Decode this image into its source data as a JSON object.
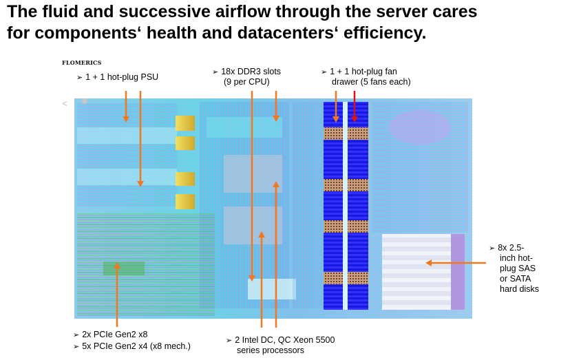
{
  "title": {
    "line1": "The fluid and successive airflow through the server cares",
    "line2": "for components‘ health and datacenters‘ efficiency."
  },
  "brand": "FLOMERICS",
  "bullet_glyph": "➢",
  "labels": {
    "psu": {
      "lines": [
        "1 + 1 hot-plug PSU"
      ]
    },
    "ddr3": {
      "lines": [
        "18x DDR3 slots",
        "(9 per CPU)"
      ]
    },
    "fan": {
      "lines": [
        "1 + 1 hot-plug fan",
        "drawer (5 fans each)"
      ]
    },
    "disks": {
      "lines": [
        "8x 2.5-",
        "inch hot-",
        "plug SAS",
        "or SATA",
        "hard disks"
      ]
    },
    "pcie": {
      "lines": [
        "2x PCIe Gen2 x8",
        "5x PCIe Gen2 x4 (x8 mech.)"
      ]
    },
    "cpu": {
      "lines": [
        "2 Intel DC, QC Xeon 5500",
        "series processors"
      ]
    }
  },
  "colors": {
    "arrow": "#f07820",
    "arrow_red": "#e01010",
    "fan_blue": "#1010d0",
    "flow_cyan": "#40d8e0",
    "flow_violet": "#a070e0"
  }
}
